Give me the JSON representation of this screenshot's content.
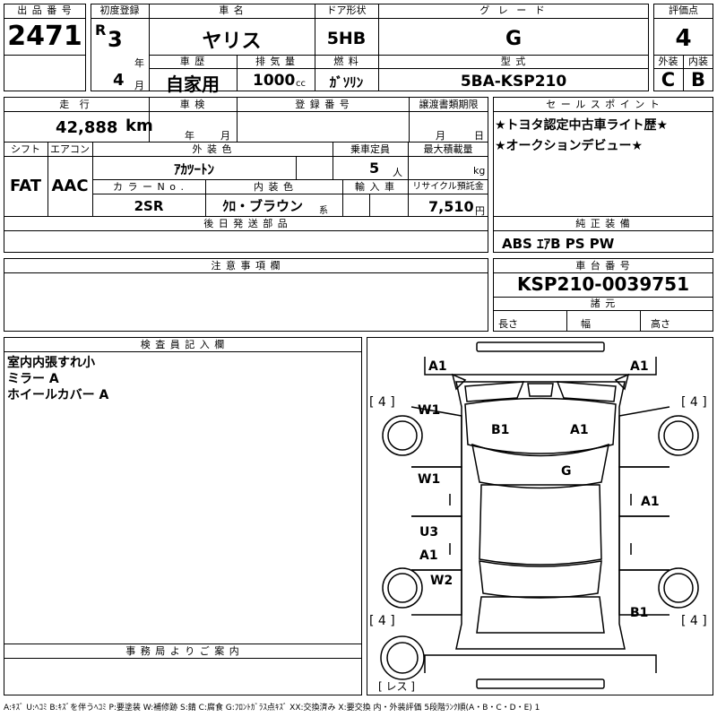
{
  "header": {
    "lot_no_label": "出 品 番 号",
    "lot_no": "2471",
    "first_reg_label": "初度登録",
    "era": "R",
    "year_value": "3",
    "year_unit": "年",
    "month_value": "4",
    "month_unit": "月",
    "car_name_label": "車 名",
    "car_name": "ヤリス",
    "history_label": "車 歴",
    "history": "自家用",
    "displacement_label": "排 気 量",
    "displacement": "1000",
    "displacement_unit": "cc",
    "door_label": "ドア形状",
    "door": "5HB",
    "fuel_label": "燃 料",
    "fuel": "ｶﾞｿﾘﾝ",
    "grade_label": "グ レ ー ド",
    "grade": "G",
    "model_label": "型 式",
    "model": "5BA-KSP210",
    "score_label": "評価点",
    "score": "4",
    "ext_label": "外装",
    "ext": "C",
    "int_label": "内装",
    "int": "B"
  },
  "details": {
    "mileage_label": "走 行",
    "mileage": "42,888",
    "mileage_unit": "km",
    "inspection_label": "車 検",
    "insp_year_unit": "年",
    "insp_month_unit": "月",
    "regno_label": "登 録 番 号",
    "transfer_label": "譲渡書類期限",
    "transfer_month_unit": "月",
    "transfer_day_unit": "日",
    "shift_label": "シフト",
    "shift": "FAT",
    "ac_label": "エアコン",
    "ac": "AAC",
    "exterior_color_label": "外 装 色",
    "exterior_color": "ｱｶﾂｰﾄﾝ",
    "capacity_label": "乗車定員",
    "capacity": "5",
    "capacity_unit": "人",
    "load_label": "最大積載量",
    "load_unit": "kg",
    "color_no_label": "カ ラ ー N o .",
    "color_no": "2SR",
    "interior_color_label": "内 装 色",
    "interior_color": "ｸﾛ・ブラウン",
    "interior_color_unit": "系",
    "import_label": "輸 入 車",
    "recycle_label": "リサイクル預託金",
    "recycle": "7,510",
    "recycle_unit": "円",
    "later_parts_label": "後 日 発 送 部 品",
    "notes_label": "注 意 事 項 欄"
  },
  "sales": {
    "label": "セ ー ル ス ポ イ ン ト",
    "points": [
      "★トヨタ認定中古車ライト歴★",
      "★オークションデビュー★"
    ]
  },
  "equipment": {
    "label": "純 正 装 備",
    "value": "ABS ｴｱB PS PW"
  },
  "chassis": {
    "label": "車 台 番 号",
    "value": "KSP210-0039751",
    "dims_label": "諸 元",
    "length_label": "長さ",
    "width_label": "幅",
    "height_label": "高さ"
  },
  "inspector": {
    "label": "検 査 員 記 入 欄",
    "comments": [
      "室内内張すれ小",
      "ミラー A",
      "ホイールカバー A"
    ]
  },
  "office": {
    "label": "事 務 局 よ り ご 案 内"
  },
  "diagram": {
    "tire_brackets": [
      "[ 4 ]",
      "[ 4 ]",
      "[ 4 ]",
      "[ 4 ]"
    ],
    "spare_tire": "[ レス ]",
    "marks": {
      "front_left": "A1",
      "front_right": "A1",
      "left_front_fender": "W1",
      "hood_left": "B1",
      "hood_right": "A1",
      "windshield": "G",
      "left_front_door": "W1",
      "right_front_door": "A1",
      "left_rear_door_1": "U3",
      "left_rear_door_2": "A1",
      "left_rear_fender": "W2",
      "rear_right": "B1"
    }
  },
  "legend": "A:ｷｽﾞ U:ﾍｺﾐ B:ｷｽﾞを伴うﾍｺﾐ P:要塗装 W:補修跡 S:錆 C:腐食 G:ﾌﾛﾝﾄｶﾞﾗｽ点ｷｽﾞ XX:交換済み X:要交換  内・外装評価 5段階ﾗﾝｸ順(A・B・C・D・E) 1"
}
